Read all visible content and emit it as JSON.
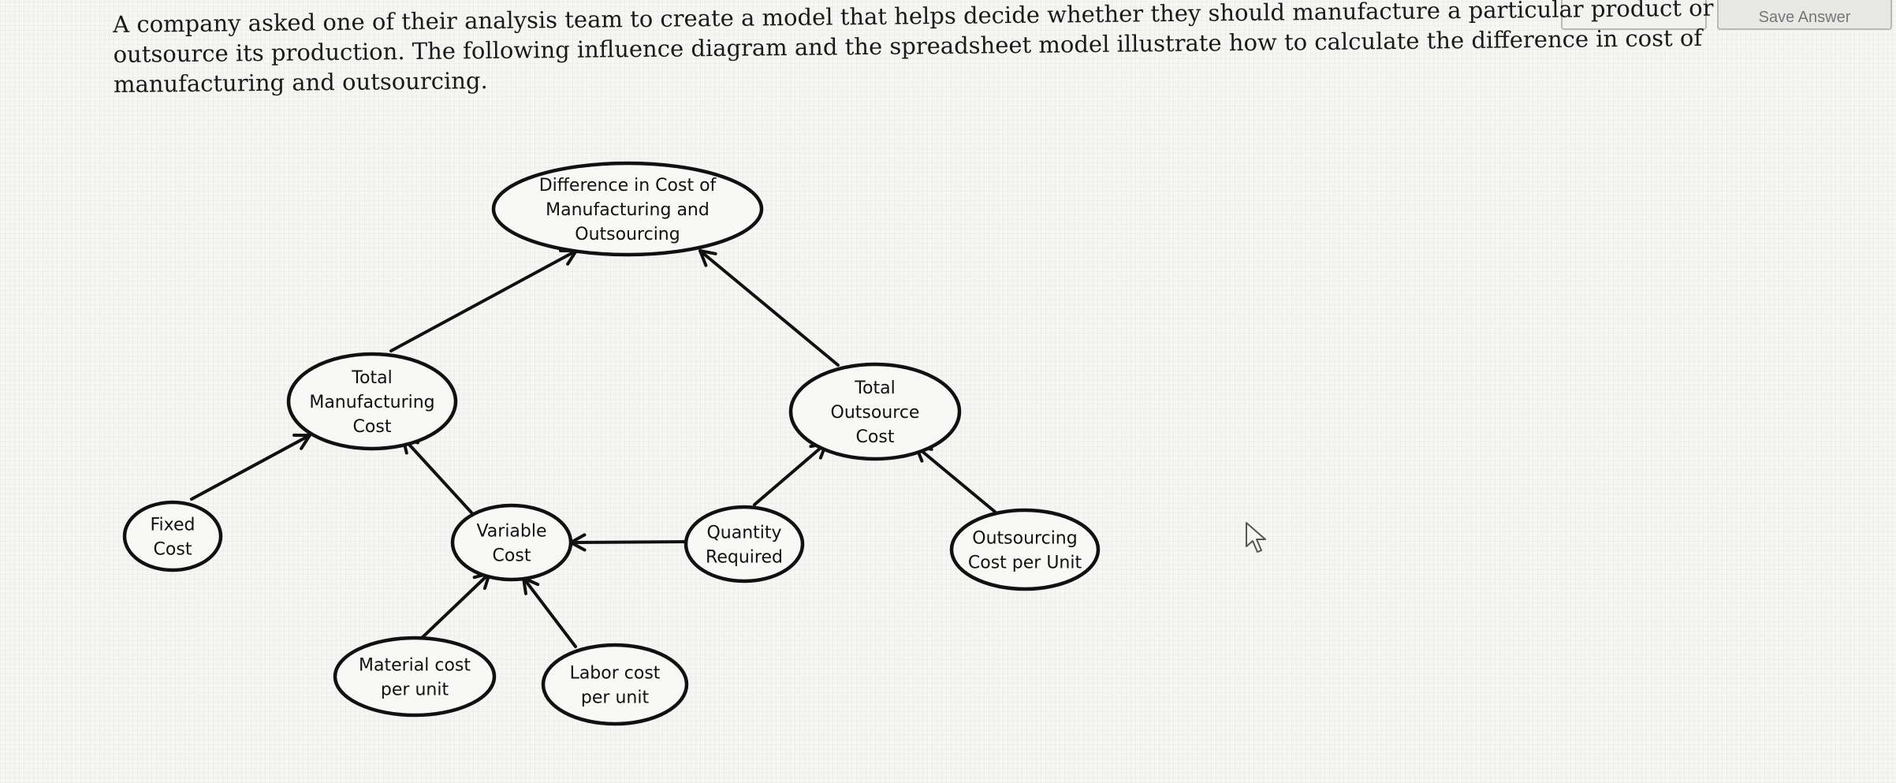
{
  "header": {
    "points_label": "",
    "save_answer_label": "Save Answer"
  },
  "question": {
    "text": "A company asked one of their analysis team to create a model that helps decide whether they should manufacture a particular product or outsource its production. The following influence diagram and the spreadsheet model illustrate how to calculate the difference in cost of manufacturing and outsourcing."
  },
  "diagram": {
    "nodes": {
      "difference": [
        "Difference in Cost of",
        "Manufacturing and",
        "Outsourcing"
      ],
      "total_manufacturing": [
        "Total",
        "Manufacturing",
        "Cost"
      ],
      "total_outsource": [
        "Total",
        "Outsource",
        "Cost"
      ],
      "fixed_cost": [
        "Fixed",
        "Cost"
      ],
      "variable_cost": [
        "Variable",
        "Cost"
      ],
      "quantity_required": [
        "Quantity",
        "Required"
      ],
      "outsourcing_cost_per_unit": [
        "Outsourcing",
        "Cost per Unit"
      ],
      "material_cost_per_unit": [
        "Material cost",
        "per unit"
      ],
      "labor_cost_per_unit": [
        "Labor cost",
        "per unit"
      ]
    },
    "edges": [
      {
        "from": "total_manufacturing",
        "to": "difference"
      },
      {
        "from": "total_outsource",
        "to": "difference"
      },
      {
        "from": "fixed_cost",
        "to": "total_manufacturing"
      },
      {
        "from": "variable_cost",
        "to": "total_manufacturing"
      },
      {
        "from": "quantity_required",
        "to": "variable_cost"
      },
      {
        "from": "quantity_required",
        "to": "total_outsource"
      },
      {
        "from": "outsourcing_cost_per_unit",
        "to": "total_outsource"
      },
      {
        "from": "material_cost_per_unit",
        "to": "variable_cost"
      },
      {
        "from": "labor_cost_per_unit",
        "to": "variable_cost"
      }
    ]
  },
  "cursor": {
    "icon": "mouse-pointer-icon"
  }
}
